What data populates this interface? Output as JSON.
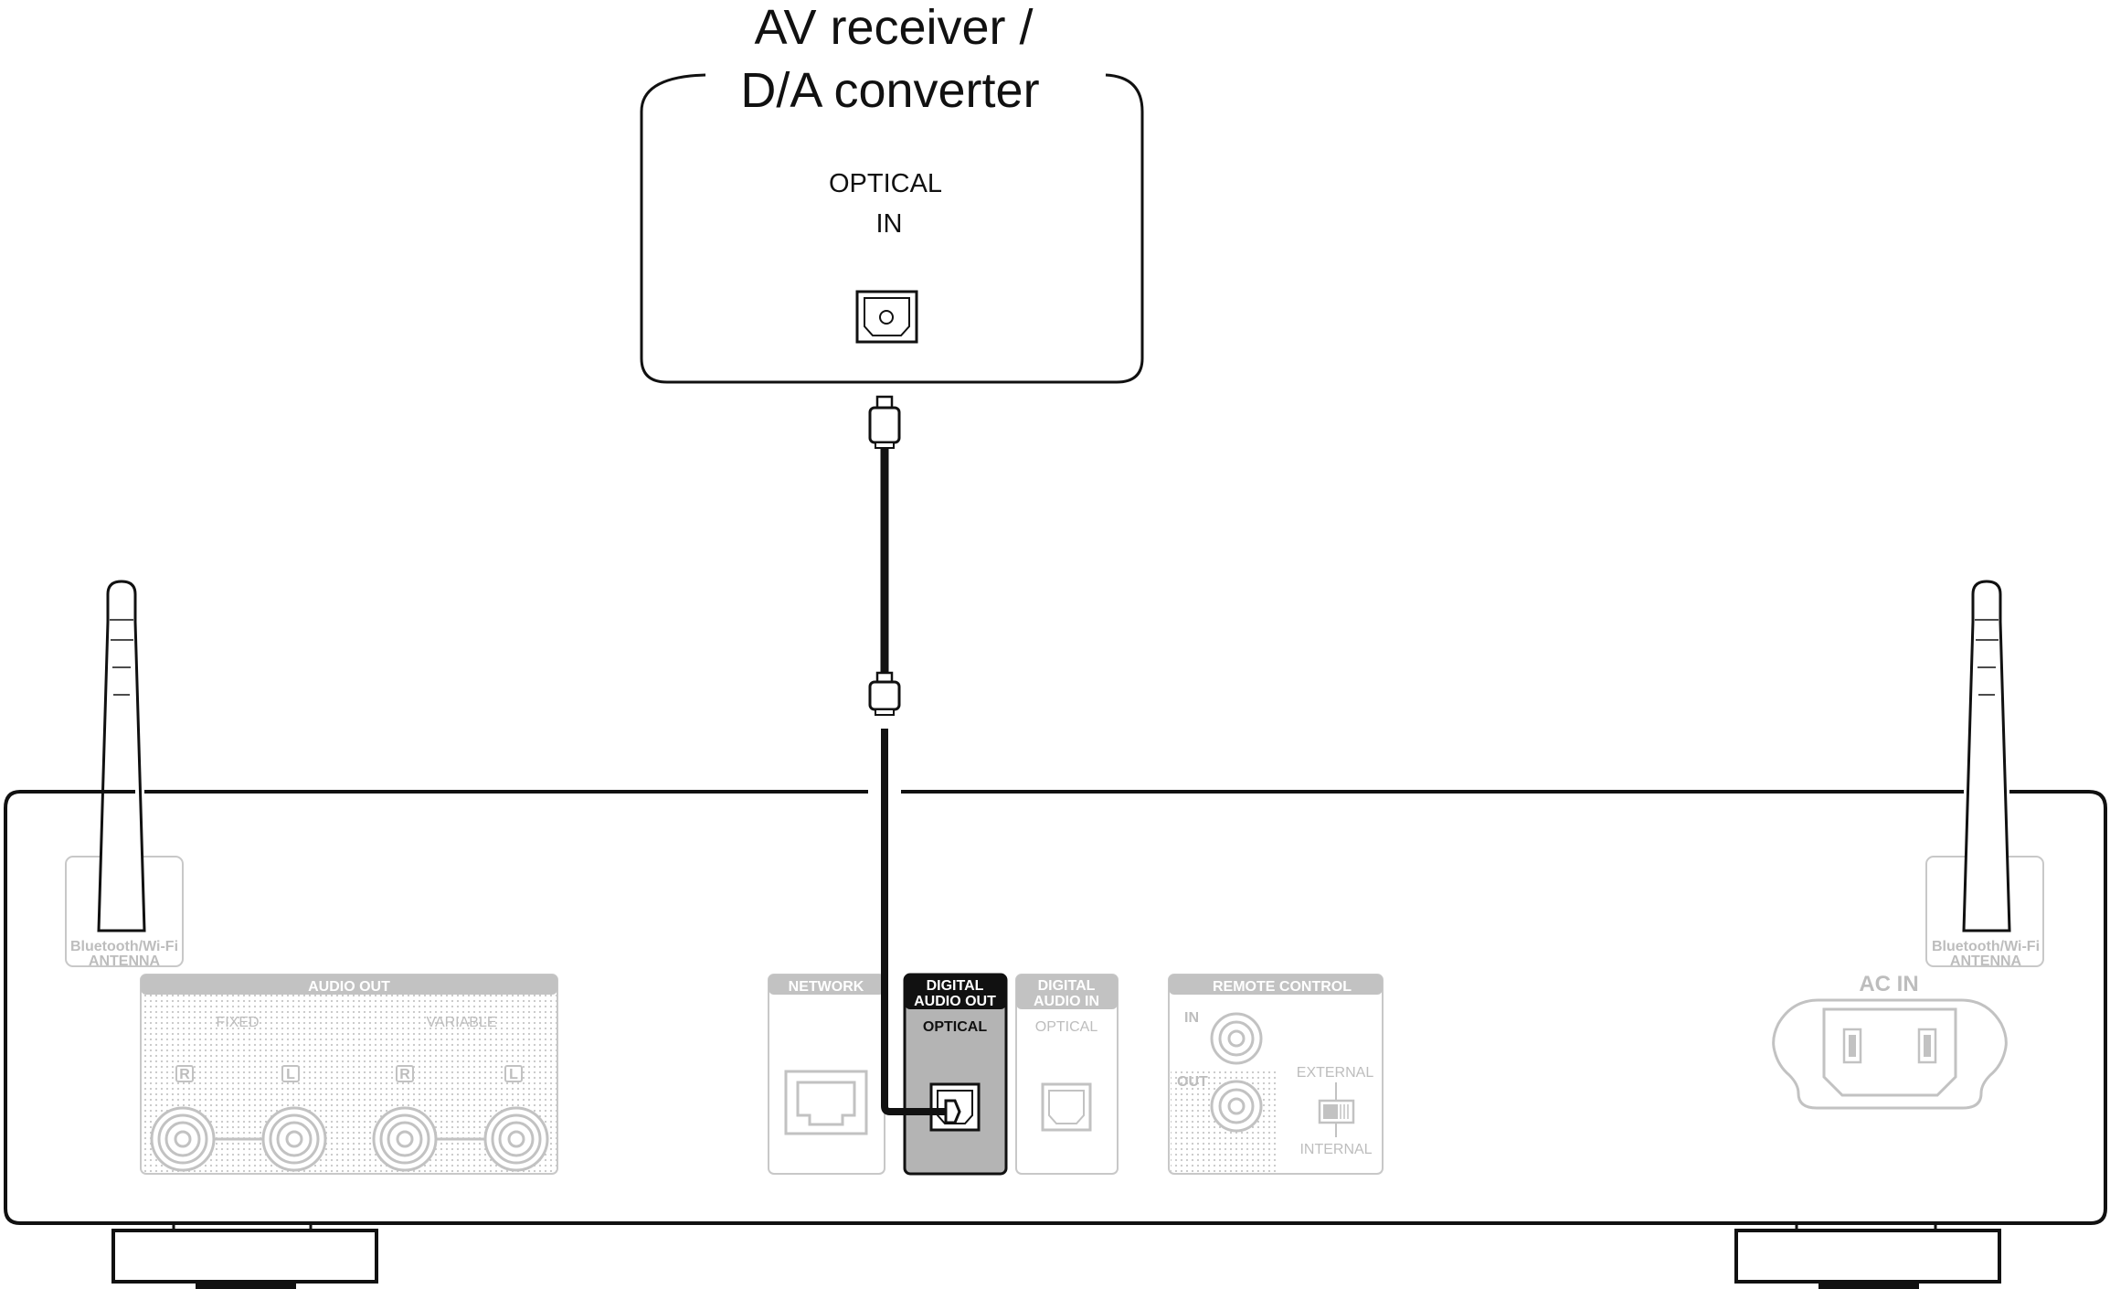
{
  "receiver": {
    "title_line1": "AV receiver /",
    "title_line2": "D/A converter",
    "port_line1": "OPTICAL",
    "port_line2": "IN"
  },
  "player": {
    "antenna_left_line1": "Bluetooth/Wi-Fi",
    "antenna_left_line2": "ANTENNA",
    "antenna_right_line1": "Bluetooth/Wi-Fi",
    "antenna_right_line2": "ANTENNA",
    "audio_out": {
      "header": "AUDIO OUT",
      "fixed": "FIXED",
      "variable": "VARIABLE",
      "channels": [
        "R",
        "L",
        "R",
        "L"
      ]
    },
    "network": "NETWORK",
    "digital_out": {
      "line1": "DIGITAL",
      "line2": "AUDIO OUT",
      "optical": "OPTICAL"
    },
    "digital_in": {
      "line1": "DIGITAL",
      "line2": "AUDIO IN",
      "optical": "OPTICAL"
    },
    "remote": {
      "header": "REMOTE CONTROL",
      "in": "IN",
      "out": "OUT",
      "external": "EXTERNAL",
      "internal": "INTERNAL"
    },
    "ac_in": "AC IN"
  },
  "colors": {
    "line": "#111111",
    "gray": "#bdbdbd",
    "highlight_panel": "#b4b4b4"
  }
}
